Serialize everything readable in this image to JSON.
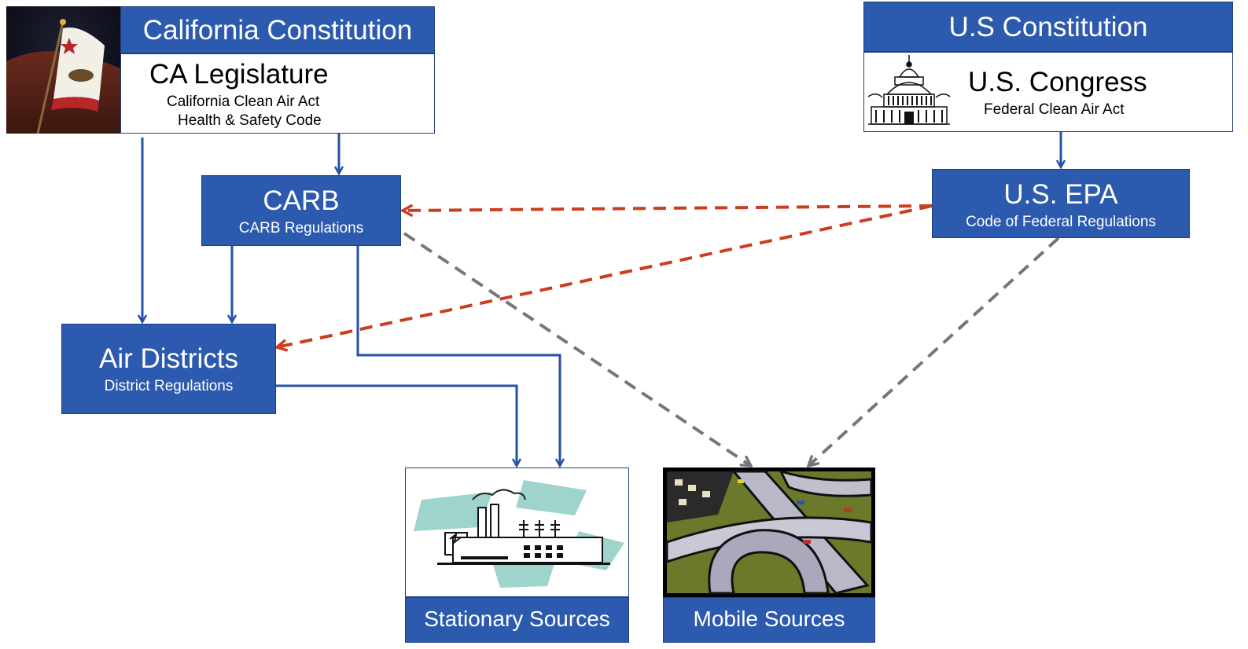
{
  "california": {
    "constitution": "California Constitution",
    "legislature": "CA Legislature",
    "act": "California Clean Air Act",
    "code": "Health & Safety Code"
  },
  "federal": {
    "constitution": "U.S Constitution",
    "congress": "U.S. Congress",
    "act": "Federal Clean Air Act"
  },
  "carb": {
    "title": "CARB",
    "subtitle": "CARB Regulations"
  },
  "epa": {
    "title": "U.S. EPA",
    "subtitle": "Code of Federal Regulations"
  },
  "districts": {
    "title": "Air Districts",
    "subtitle": "District Regulations"
  },
  "sources": {
    "stationary": "Stationary Sources",
    "mobile": "Mobile Sources"
  },
  "colors": {
    "box_blue": "#2c5aae",
    "solid_arrow": "#2550a8",
    "red_dashed": "#cc3d1f",
    "gray_dashed": "#7a7478"
  },
  "images": {
    "ca_flag": "california-flag-icon",
    "capitol": "capitol-dome-icon",
    "factory": "factory-icon",
    "highway": "highway-interchange-icon"
  }
}
